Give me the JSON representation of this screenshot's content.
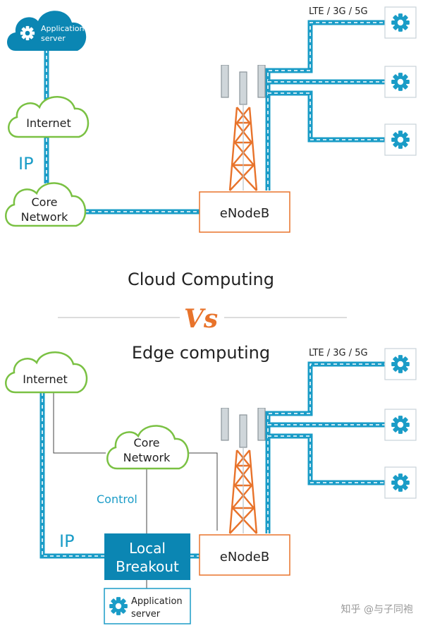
{
  "top": {
    "app_server": {
      "line1": "Application",
      "line2": "server"
    },
    "internet": "Internet",
    "ip": "IP",
    "core": {
      "line1": "Core",
      "line2": "Network"
    },
    "enodeb": "eNodeB",
    "radio": "LTE / 3G / 5G"
  },
  "middle": {
    "cloud_title": "Cloud Computing",
    "vs": "Vs",
    "edge_title": "Edge computing"
  },
  "bottom": {
    "internet": "Internet",
    "core": {
      "line1": "Core",
      "line2": "Network"
    },
    "control": "Control",
    "ip": "IP",
    "local_breakout": {
      "line1": "Local",
      "line2": "Breakout"
    },
    "enodeb": "eNodeB",
    "app_server": {
      "line1": "Application",
      "line2": "server"
    },
    "radio": "LTE / 3G / 5G"
  },
  "watermark": "知乎 @与子同袍",
  "colors": {
    "teal": "#1a9cc7",
    "dark_teal": "#0b86b3",
    "green": "#7ac143",
    "orange": "#e8732b",
    "gray": "#888888"
  }
}
